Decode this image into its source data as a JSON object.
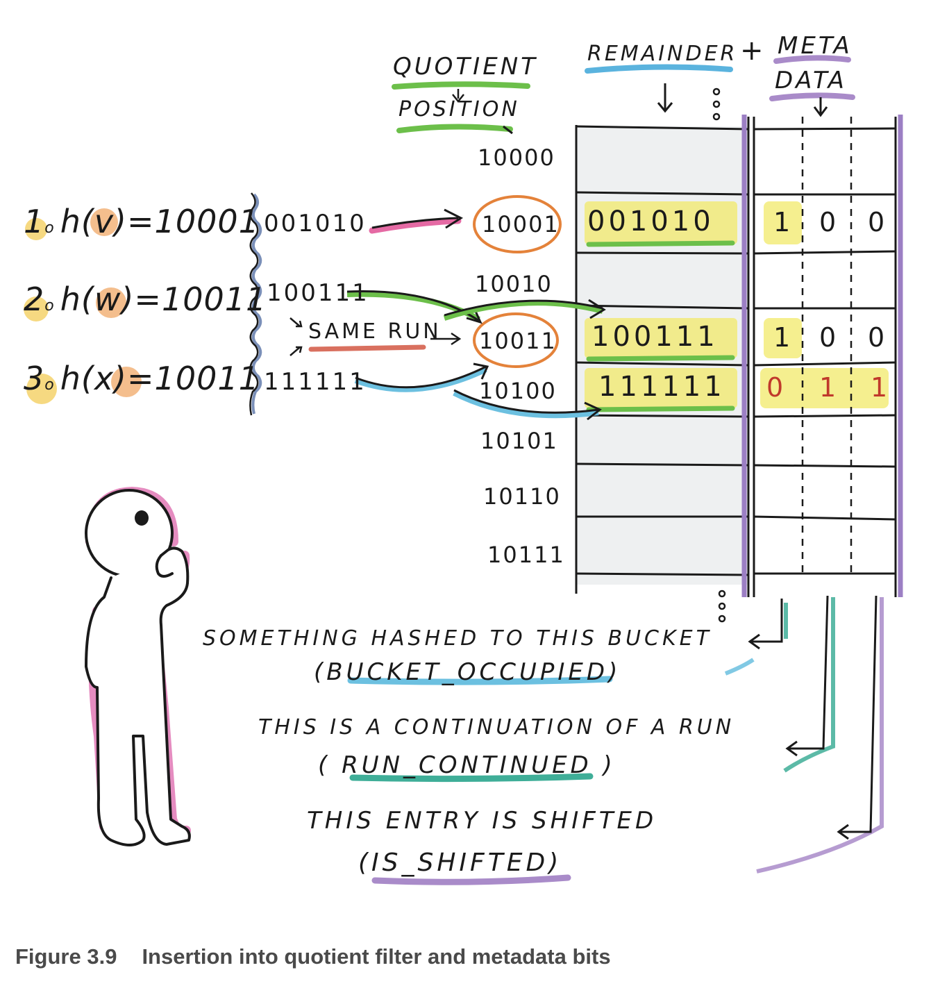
{
  "headers": {
    "quotient": "QUOTIENT",
    "position": "POSITION",
    "remainder": "REMAINDER",
    "plus": "+",
    "meta": "META",
    "data": "DATA"
  },
  "quotient_positions": [
    "10000",
    "10001",
    "10010",
    "10011",
    "10100",
    "10101",
    "10110",
    "10111"
  ],
  "equations": [
    {
      "number": "1",
      "expr": "h(v)",
      "value": "=10001",
      "remainder": "001010"
    },
    {
      "number": "2",
      "expr": "h(w)",
      "value": "=10011",
      "remainder": "100111"
    },
    {
      "number": "3",
      "expr": "h(x)",
      "value": "=10011",
      "remainder": "111111"
    }
  ],
  "same_run_label": "SAME RUN",
  "slots": [
    {
      "remainder": "",
      "bits": [
        "",
        "",
        ""
      ]
    },
    {
      "remainder": "001010",
      "bits": [
        "1",
        "0",
        "0"
      ]
    },
    {
      "remainder": "",
      "bits": [
        "",
        "",
        ""
      ]
    },
    {
      "remainder": "100111",
      "bits": [
        "1",
        "0",
        "0"
      ]
    },
    {
      "remainder": "111111",
      "bits": [
        "0",
        "1",
        "1"
      ]
    },
    {
      "remainder": "",
      "bits": [
        "",
        "",
        ""
      ]
    },
    {
      "remainder": "",
      "bits": [
        "",
        "",
        ""
      ]
    },
    {
      "remainder": "",
      "bits": [
        "",
        "",
        ""
      ]
    }
  ],
  "notes": [
    {
      "text": "SOMETHING HASHED TO THIS BUCKET",
      "flag": "(BUCKET_OCCUPIED)"
    },
    {
      "text": "THIS IS A CONTINUATION OF A RUN",
      "flag": "( RUN_CONTINUED )"
    },
    {
      "text": "THIS ENTRY IS SHIFTED",
      "flag": "(IS_SHIFTED)"
    }
  ],
  "caption": {
    "number": "Figure 3.9",
    "title": "Insertion into quotient filter and metadata bits"
  },
  "colors": {
    "quotient_underline": "#6cbf4a",
    "remainder_underline": "#5ab3de",
    "meta_underline": "#a98bc9",
    "highlight_yellow": "#f2ea6a",
    "circle_orange": "#e4823a",
    "arrow_pink": "#e56aa4",
    "arrow_green": "#6cbf4a",
    "arrow_blue": "#6cc0e0",
    "teal": "#3fae98",
    "purple_bar": "#9c7fc4",
    "same_run_underline": "#d9705f",
    "figure_pink": "#e58cc0"
  }
}
